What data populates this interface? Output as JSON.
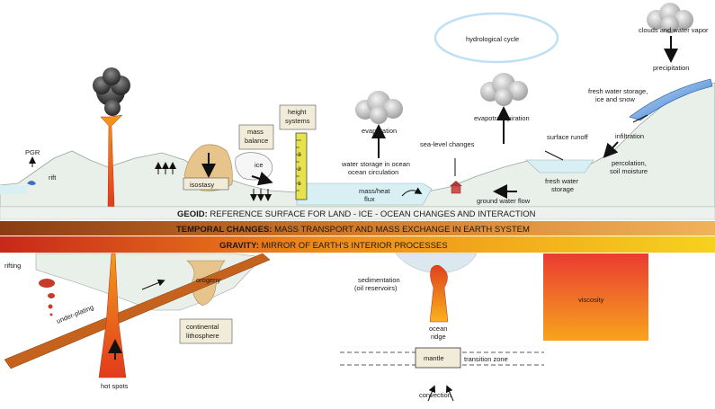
{
  "colors": {
    "sky": "#ffffff",
    "land": "#e9efe9",
    "land_stroke": "#9aa69a",
    "ocean": "#d8f0f4",
    "ocean_stroke": "#8fb8c0",
    "geoid_band": "#eef2ee",
    "temporal_band": "#cc6a1f",
    "gravity_band": "#e0541a",
    "gravity_band_light": "#f2c000",
    "lava": "#e8441c",
    "lava_light": "#f7b21a",
    "isostasy": "#e7c48b",
    "ice_blue": "#2f7fd6",
    "viscosity_top": "#e9443a",
    "viscosity_bottom": "#f6a21e",
    "cycle_stroke": "#bfe0f4",
    "ruler_yellow": "#e8e24c",
    "label_box_fill": "#f1ecd9"
  },
  "bands": {
    "geoid": {
      "bold": "GEOID:",
      "rest": " REFERENCE SURFACE FOR LAND - ICE - OCEAN CHANGES AND INTERACTION"
    },
    "temporal": {
      "bold": "TEMPORAL CHANGES:",
      "rest": " MASS TRANSPORT AND MASS EXCHANGE IN EARTH SYSTEM"
    },
    "gravity": {
      "bold": "GRAVITY:",
      "rest": " MIRROR OF EARTH'S INTERIOR PROCESSES"
    }
  },
  "labels": {
    "hydrological_cycle": "hydrological cycle",
    "clouds_water_vapor": "clouds and water vapor",
    "precipitation": "precipitation",
    "fresh_water_storage_line1": "fresh water storage,",
    "fresh_water_storage_line2": "ice and snow",
    "surface_runoff": "surface runoff",
    "infiltration": "infiltration",
    "percolation_line1": "percolation,",
    "percolation_line2": "soil moisture",
    "fresh_water_line1": "fresh water",
    "fresh_water_line2": "storage",
    "ground_water_flow": "ground water flow",
    "evapotranspiration": "evapotranspiration",
    "evaporation": "evaporation",
    "sea_level_changes": "sea-level changes",
    "water_storage_line1": "water storage in ocean",
    "water_storage_line2": "ocean circulation",
    "mass_heat_line1": "mass/heat",
    "mass_heat_line2": "flux",
    "height_line1": "height",
    "height_line2": "systems",
    "mass_line1": "mass",
    "mass_line2": "balance",
    "ice": "ice",
    "isostasy": "isostasy",
    "pgr": "PGR",
    "rift": "rift",
    "rifting": "rifting",
    "under_plating": "under-plating",
    "orogeny": "orogeny",
    "continental_line1": "continental",
    "continental_line2": "lithosphere",
    "hot_spots": "hot spots",
    "sedimentation_line1": "sedimentation",
    "sedimentation_line2": "(oil reservoirs)",
    "ocean_ridge_line1": "ocean",
    "ocean_ridge_line2": "ridge",
    "mantle": "mantle",
    "transition_zone": "transition zone",
    "convection": "convection",
    "viscosity": "viscosity"
  },
  "ruler_ticks": [
    "3",
    "2",
    "1"
  ]
}
